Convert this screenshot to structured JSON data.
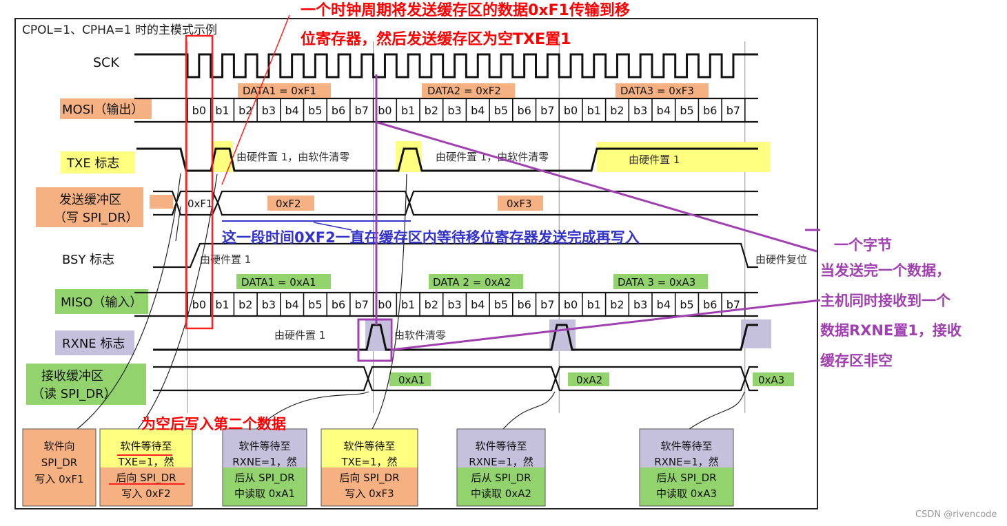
{
  "title": "CPOL=1、CPHA=1 时的主模式示例",
  "signals": {
    "sck": "SCK",
    "mosi": "MOSI（输出）",
    "txe": "TXE 标志",
    "txbuf": [
      "发送缓冲区",
      "（写 SPI_DR）"
    ],
    "bsy": "BSY 标志",
    "miso": "MISO（输入）",
    "rxne": "RXNE 标志",
    "rxbuf": [
      "接收缓冲区",
      "（读 SPI_DR）"
    ]
  },
  "bits": [
    "b0",
    "b1",
    "b2",
    "b3",
    "b4",
    "b5",
    "b6",
    "b7"
  ],
  "mosi_data": [
    "DATA1 = 0xF1",
    "DATA2 = 0xF2",
    "DATA3 = 0xF3"
  ],
  "miso_data": [
    "DATA1 = 0xA1",
    "DATA 2 = 0xA2",
    "DATA 3 = 0xA3"
  ],
  "txe_notes": [
    "由硬件置 1，由软件清零",
    "由硬件置 1，由软件清零",
    "由硬件置 1"
  ],
  "txbuf_values": [
    "0xF1",
    "0xF2",
    "0xF3"
  ],
  "bsy_notes": [
    "由硬件置 1",
    "由硬件复位"
  ],
  "rxne_notes": [
    "由硬件置 1",
    "由软件清零"
  ],
  "rxbuf_values": [
    "0xA1",
    "0xA2",
    "0xA3"
  ],
  "boxes": [
    {
      "lines": [
        "软件向",
        "SPI_DR",
        "写入 0xF1"
      ],
      "style": "orange"
    },
    {
      "lines": [
        "软件等待至",
        "TXE=1，然",
        "后向 SPI_DR",
        "写入 0xF2"
      ],
      "style": "yellow-orange"
    },
    {
      "lines": [
        "软件等待至",
        "RXNE=1，然",
        "后从 SPI_DR",
        "中读取 0xA1"
      ],
      "style": "purple-green"
    },
    {
      "lines": [
        "软件等待至",
        "TXE=1，然",
        "后向 SPI_DR",
        "写入 0xF3"
      ],
      "style": "yellow-orange"
    },
    {
      "lines": [
        "软件等待至",
        "RXNE=1，然",
        "后从 SPI_DR",
        "中读取 0xA2"
      ],
      "style": "purple-green"
    },
    {
      "lines": [
        "软件等待至",
        "RXNE=1，然",
        "后从 SPI_DR",
        "中读取 0xA3"
      ],
      "style": "purple-green"
    }
  ],
  "annotations": {
    "red_top": [
      "一个时钟周期将发送缓存区的数据0xF1传输到移",
      "位寄存器，然后发送缓存区为空TXE置1"
    ],
    "blue_mid": "这一段时间0XF2一直在缓存区内等待移位寄存器发送完成再写入",
    "red_bottom": "为空后写入第二个数据",
    "purple_byte": "一个字节",
    "purple_right": [
      "当发送完一个数据，",
      "主机同时接收到一个",
      "数据RXNE置1，接收",
      "缓存区非空"
    ]
  },
  "watermark": "CSDN @rivencode",
  "colors": {
    "orange": "#f6b183",
    "yellow": "#ffff80",
    "green": "#92d36e",
    "lavender": "#c5c1dd",
    "red": "#ff0000",
    "blue": "#3333cc",
    "purple": "#a040b0"
  }
}
